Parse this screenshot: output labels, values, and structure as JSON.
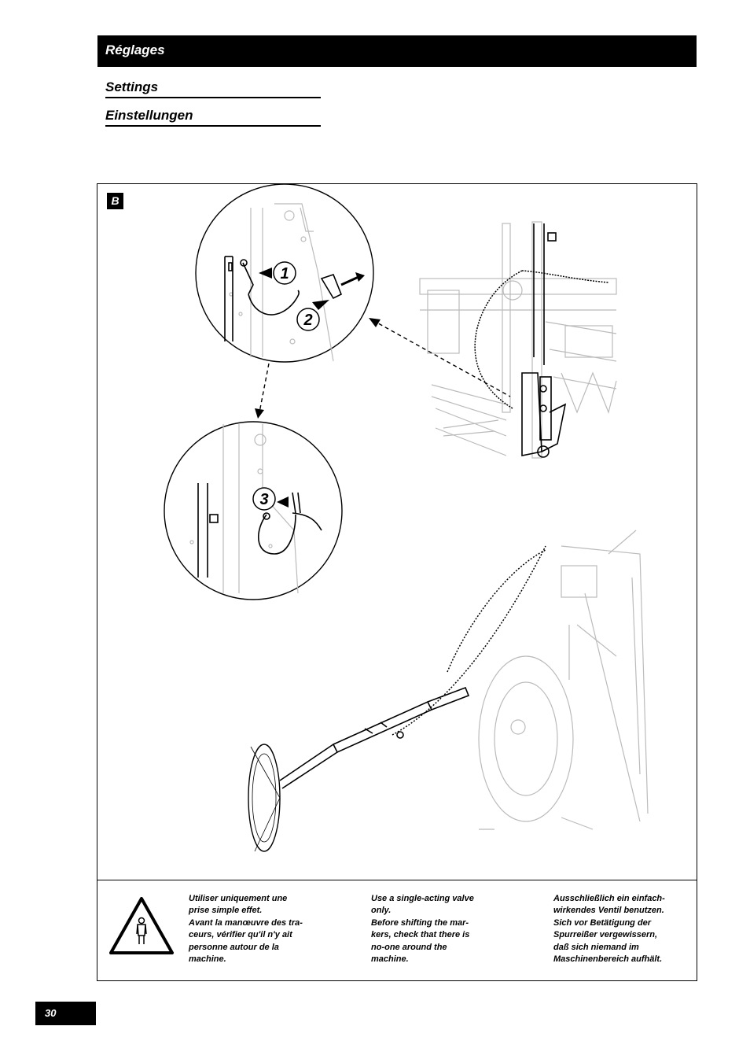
{
  "header": {
    "title": "Réglages"
  },
  "subtitles": [
    "Settings",
    "Einstellungen"
  ],
  "figure": {
    "badge": "B",
    "callouts": [
      "1",
      "2",
      "3"
    ],
    "notes": {
      "fr": [
        "Utiliser uniquement une",
        "prise simple effet.",
        "Avant la manœuvre des tra-",
        "ceurs, vérifier qu'il n'y ait",
        "personne autour de la",
        "machine."
      ],
      "en": [
        "Use a single-acting valve",
        "only.",
        "Before shifting the mar-",
        "kers, check that there is",
        "no-one around the",
        "machine."
      ],
      "de": [
        "Ausschließlich ein einfach-",
        "wirkendes Ventil benutzen.",
        "Sich vor Betätigung der",
        "Spurreißer vergewissern,",
        "daß sich niemand im",
        "Maschinenbereich aufhält."
      ]
    },
    "icons": [
      "warning-triangle-icon",
      "person-icon"
    ]
  },
  "page": {
    "number": "30"
  }
}
